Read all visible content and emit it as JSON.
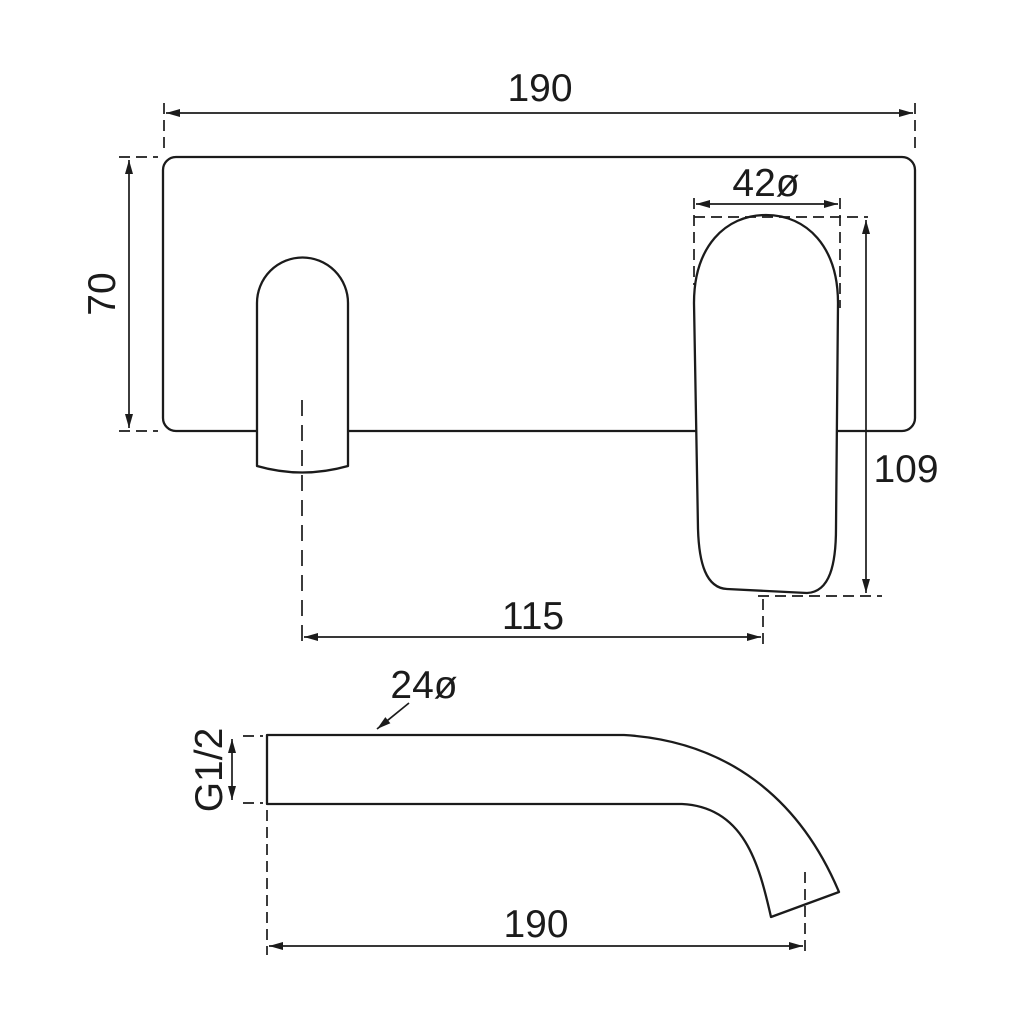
{
  "colors": {
    "background": "#ffffff",
    "line": "#1b1b1b"
  },
  "front_view": {
    "labels": {
      "plate_width": "190",
      "plate_height": "70",
      "handle_diameter": "42ø",
      "handle_length": "109",
      "handle_spacing": "115"
    }
  },
  "spout_view": {
    "labels": {
      "spout_diameter": "24ø",
      "thread": "G1/2",
      "spout_length": "190"
    }
  }
}
